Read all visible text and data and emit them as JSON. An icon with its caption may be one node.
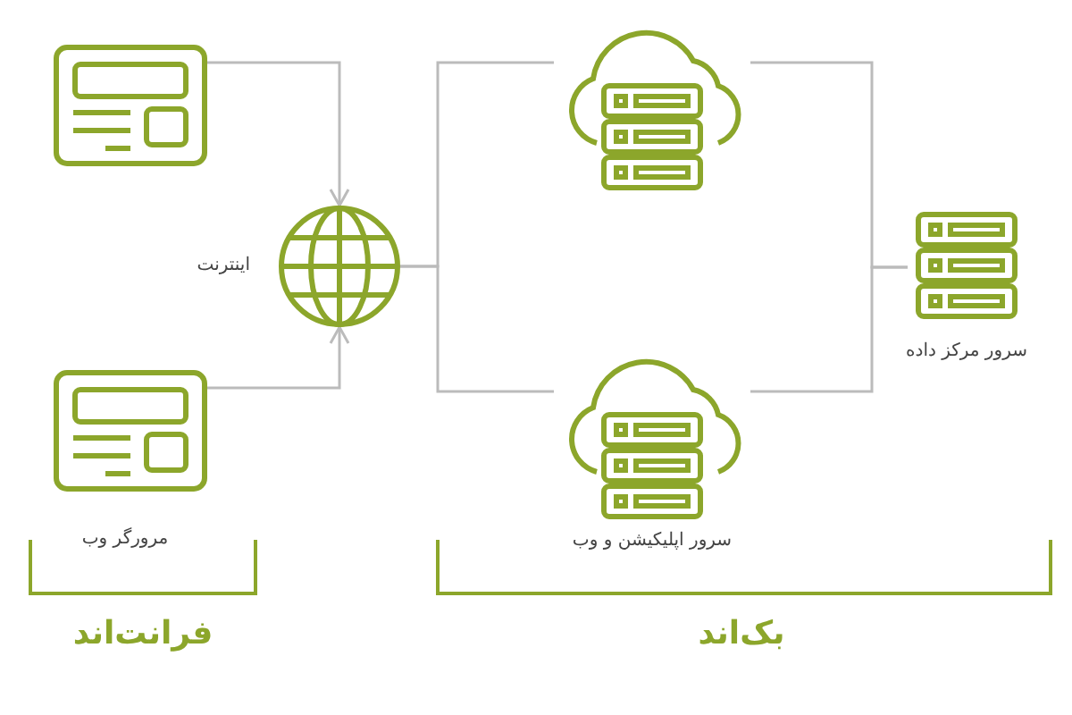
{
  "diagram": {
    "nodes": [
      {
        "text": [],
        "shape": "box"
      },
      {
        "text": [],
        "shape": "box",
        "beside": [
          "مرورگر وب"
        ]
      },
      {
        "text": [],
        "shape": "circle",
        "beside": [
          "اینترنت"
        ]
      },
      {
        "text": [],
        "shape": "cloud"
      },
      {
        "text": [],
        "shape": "cloud",
        "beside": [
          "سرور اپلیکیشن و وب"
        ]
      },
      {
        "text": [],
        "shape": "cylinder",
        "beside": [
          "سرور مرکز داده"
        ]
      }
    ],
    "edges": [
      {
        "from": 0,
        "to": 2,
        "arrow": "to"
      },
      {
        "from": 1,
        "to": 2,
        "arrow": "to"
      },
      {
        "from": 2,
        "to": 3,
        "arrow": "none"
      },
      {
        "from": 2,
        "to": 4,
        "arrow": "none"
      },
      {
        "from": 3,
        "to": 5,
        "arrow": "none"
      },
      {
        "from": 4,
        "to": 5,
        "arrow": "none"
      }
    ],
    "labels": [
      "فرانت‌اند",
      "بک‌اند"
    ]
  }
}
